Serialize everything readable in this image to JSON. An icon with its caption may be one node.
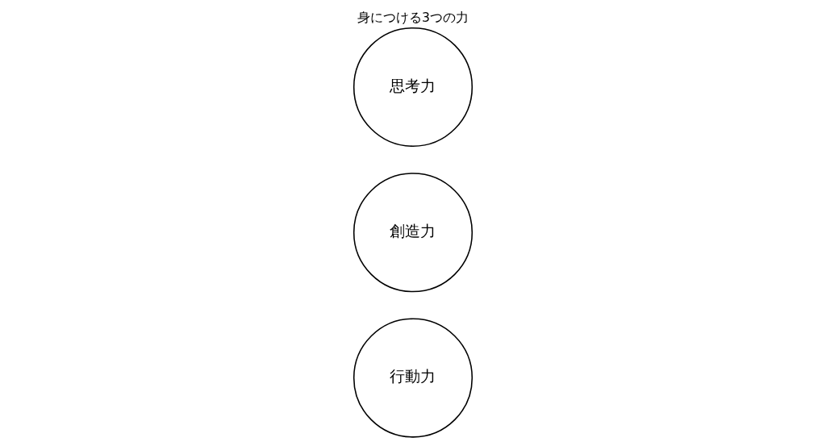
{
  "diagram": {
    "title": "身につける3つの力",
    "nodes": [
      {
        "text": [
          "思考力"
        ]
      },
      {
        "text": [
          "創造力"
        ]
      },
      {
        "text": [
          "行動力"
        ]
      }
    ]
  }
}
